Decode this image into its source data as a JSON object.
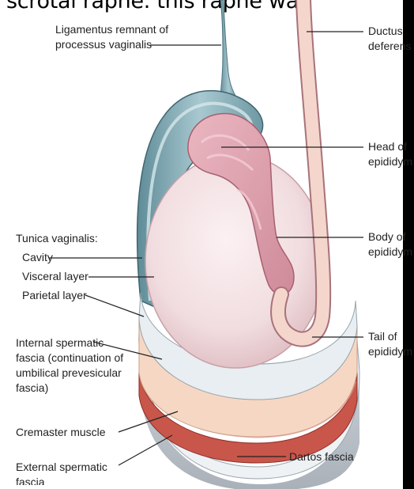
{
  "page": {
    "top_cut_text": "scrotal raphe. this raphe was"
  },
  "labels": {
    "ligamentus_line1": "Ligamentus remnant of",
    "ligamentus_line2": "processus vaginalis",
    "ductus_line1": "Ductus",
    "ductus_line2": "deferens",
    "head_line1": "Head of",
    "head_line2": "epididym",
    "body_line1": "Body of",
    "body_line2": "epididym",
    "tail_line1": "Tail of",
    "tail_line2": "epididym",
    "tunica_heading": "Tunica vaginalis:",
    "cavity": "Cavity",
    "visceral": "Visceral layer",
    "parietal": "Parietal layer",
    "internal_line1": "Internal spermatic",
    "internal_line2": "fascia (continuation of",
    "internal_line3": "umbilical prevesicular",
    "internal_line4": "fascia)",
    "cremaster": "Cremaster muscle",
    "external_line1": "External spermatic",
    "external_line2": "fascia",
    "dartos": "Dartos fascia"
  },
  "colors": {
    "tunica_teal": "#8fb5bf",
    "testis": "#f1dde0",
    "epididymis": "#e3a7b3",
    "ductus": "#f4d6cc",
    "internal_fascia": "#f6d7c4",
    "cremaster": "#c9564a",
    "external_fascia": "#e9eef1",
    "dartos": "#c8cdd3"
  }
}
